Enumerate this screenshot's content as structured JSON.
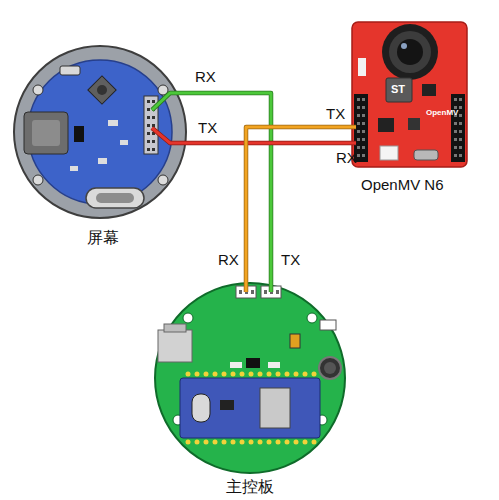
{
  "diagram": {
    "nodes": [
      {
        "text": [
          "屏幕"
        ]
      },
      {
        "text": [
          "OpenMV N6"
        ]
      },
      {
        "text": [
          "主控板"
        ]
      }
    ],
    "edges": [
      {
        "from": 0,
        "to": 2,
        "arrow": "none"
      },
      {
        "from": 0,
        "to": 1,
        "arrow": "none"
      },
      {
        "from": 1,
        "to": 2,
        "arrow": "none"
      }
    ],
    "labels": [
      "RX",
      "TX",
      "TX",
      "RX",
      "RX",
      "TX",
      "ST",
      "OpenMV"
    ]
  }
}
